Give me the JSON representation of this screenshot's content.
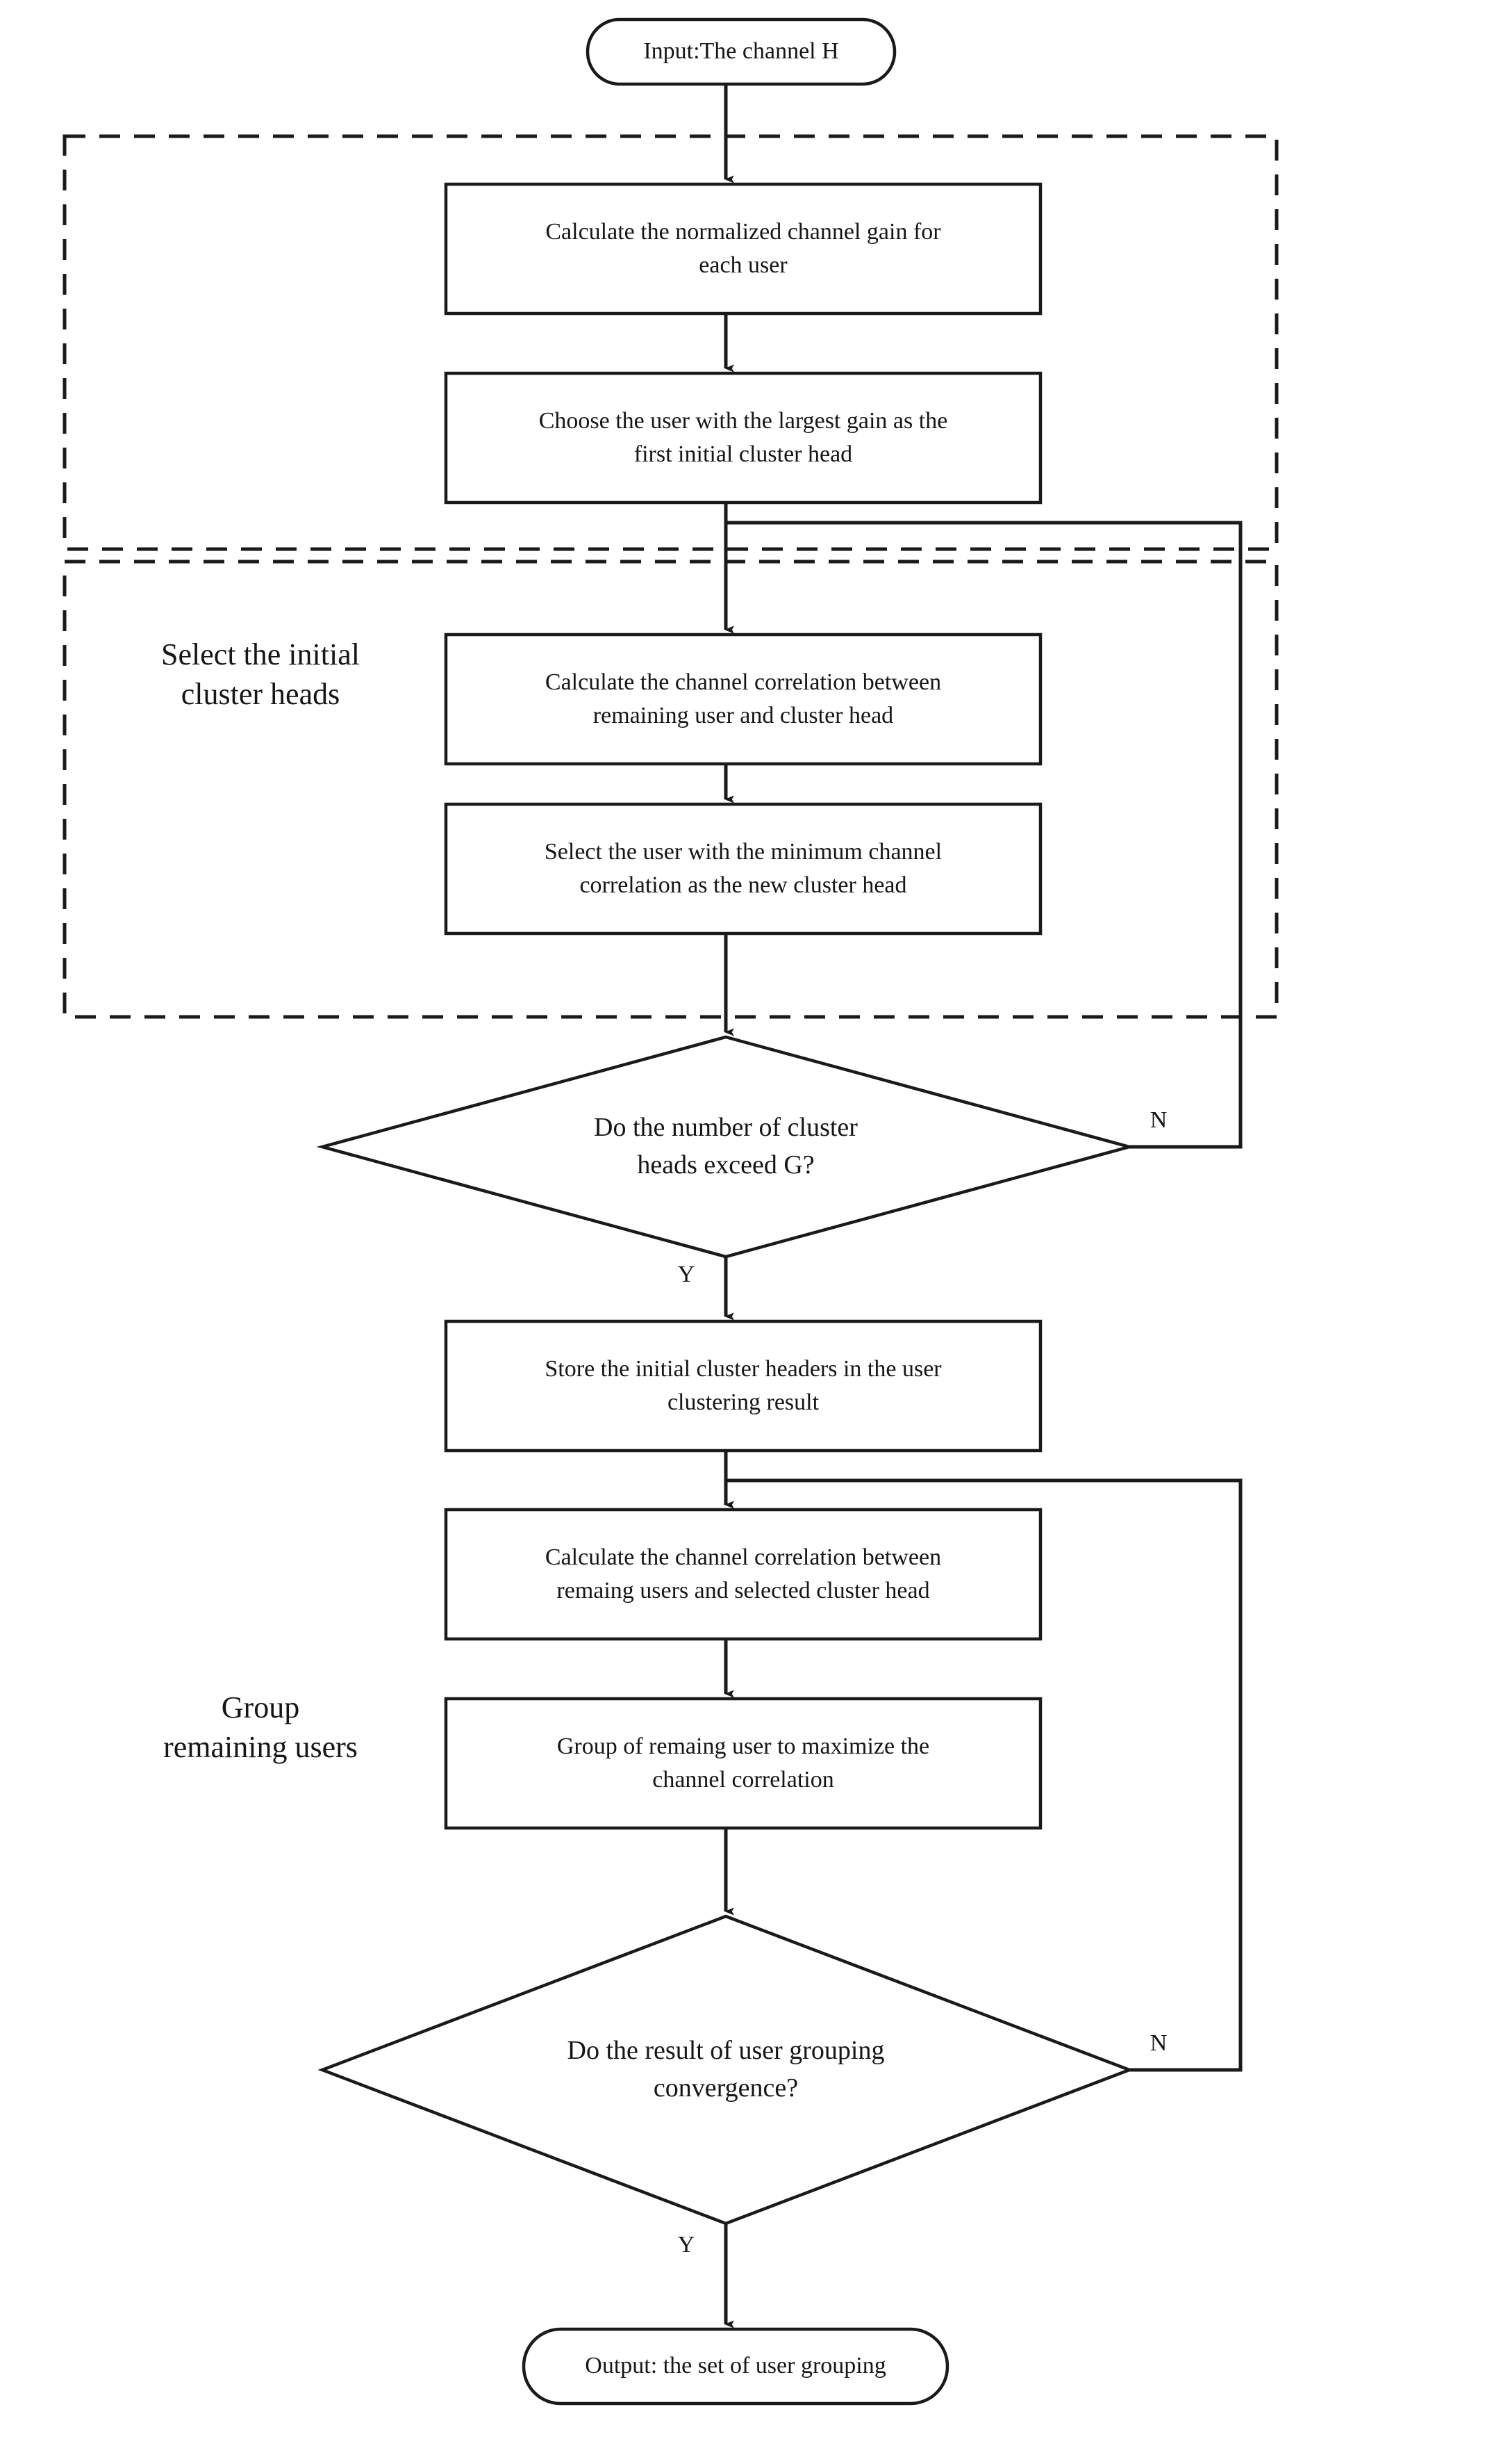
{
  "diagram": {
    "title": "User clustering algorithm flowchart",
    "type": "flowchart",
    "colors": {
      "stroke": "#1a1a1a",
      "fill": "#ffffff",
      "text": "#161616",
      "dashed_group_stroke": "#1a1a1a"
    }
  },
  "groups": [
    {
      "id": "group-select-initial-cluster-heads",
      "label": "Select the initial\ncluster heads",
      "label_line1": "Select the initial",
      "label_line2": "cluster heads"
    },
    {
      "id": "group-group-remaining-users",
      "label": "Group\nremaining users",
      "label_line1": "Group",
      "label_line2": "remaining users"
    }
  ],
  "nodes": [
    {
      "id": "input-terminator",
      "shape": "terminator",
      "text": "Input:The channel H"
    },
    {
      "id": "process-calculate-normalized-gain",
      "shape": "process",
      "text": "Calculate the normalized channel gain for\neach user"
    },
    {
      "id": "process-choose-largest-gain-user",
      "shape": "process",
      "text": "Choose the user with the largest gain as the\nfirst initial cluster head"
    },
    {
      "id": "process-calculate-correlation-remaining",
      "shape": "process",
      "text": "Calculate the channel correlation between\nremaining user and cluster head"
    },
    {
      "id": "process-select-minimum-correlation-user",
      "shape": "process",
      "text": "Select the user with the minimum channel\ncorrelation as the new cluster head"
    },
    {
      "id": "decision-cluster-heads-exceed-g",
      "shape": "decision",
      "text": "Do the number of cluster\nheads exceed G?"
    },
    {
      "id": "process-store-initial-cluster-headers",
      "shape": "process",
      "text": "Store the initial  cluster headers in the user\nclustering result"
    },
    {
      "id": "process-calculate-correlation-selected",
      "shape": "process",
      "text": "Calculate the channel  correlation between\nremaing users and selected cluster head"
    },
    {
      "id": "process-group-remaining-maximize",
      "shape": "process",
      "text": "Group of remaing user to maximize the\nchannel correlation"
    },
    {
      "id": "decision-user-grouping-convergence",
      "shape": "decision",
      "text": "Do the result of user grouping\nconvergence?"
    },
    {
      "id": "output-terminator",
      "shape": "terminator",
      "text": "Output: the set of user grouping"
    }
  ],
  "edge_labels": {
    "decision1_no": "N",
    "decision1_yes": "Y",
    "decision2_no": "N",
    "decision2_yes": "Y"
  }
}
